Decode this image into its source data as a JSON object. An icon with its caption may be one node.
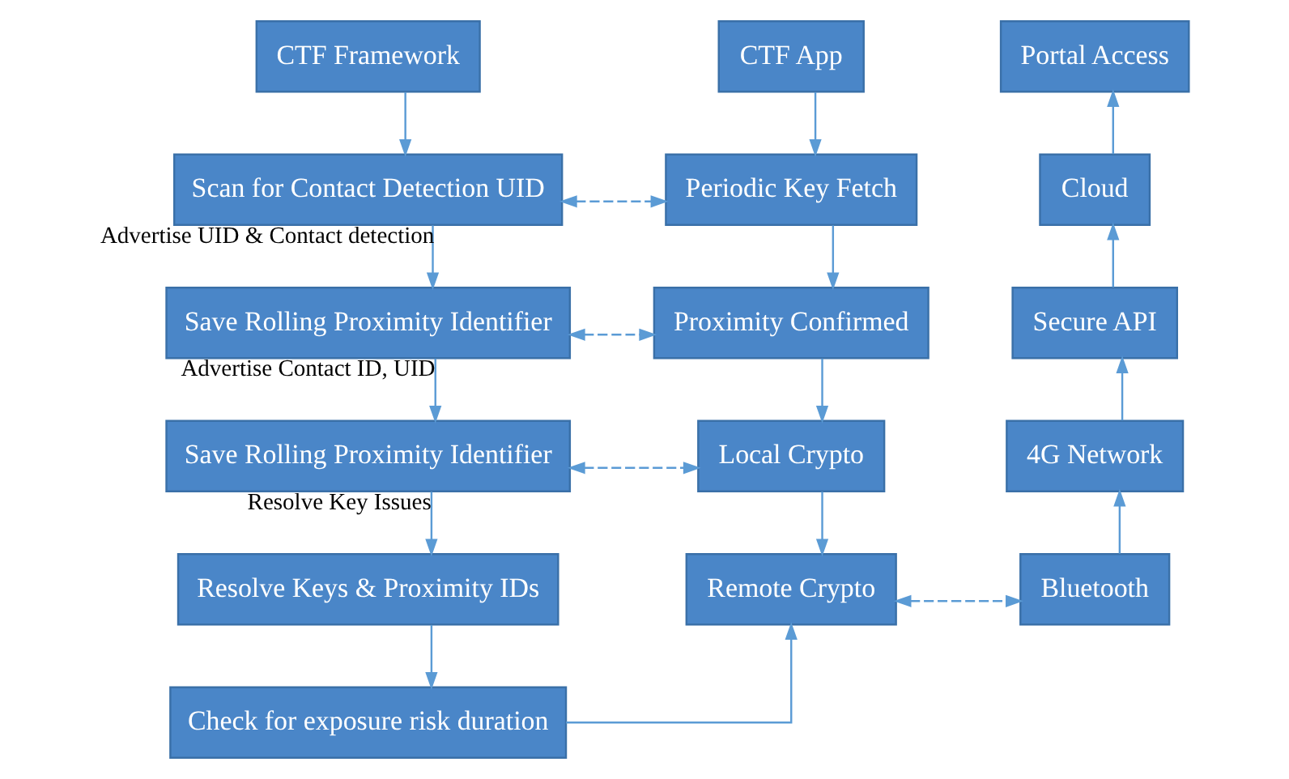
{
  "diagram": {
    "nodes": [
      {
        "text": [
          "CTF Framework"
        ]
      },
      {
        "text": [
          "Scan for Contact Detection UID"
        ]
      },
      {
        "text": [
          "Save Rolling Proximity Identifier"
        ]
      },
      {
        "text": [
          "Save Rolling Proximity Identifier"
        ]
      },
      {
        "text": [
          "Resolve Keys & Proximity IDs"
        ]
      },
      {
        "text": [
          "Check for exposure risk duration"
        ]
      },
      {
        "text": [
          "CTF App"
        ]
      },
      {
        "text": [
          "Periodic Key Fetch"
        ]
      },
      {
        "text": [
          "Proximity Confirmed"
        ]
      },
      {
        "text": [
          "Local Crypto"
        ]
      },
      {
        "text": [
          "Remote Crypto"
        ]
      },
      {
        "text": [
          "Portal Access"
        ]
      },
      {
        "text": [
          "Cloud"
        ]
      },
      {
        "text": [
          "Secure API"
        ]
      },
      {
        "text": [
          "4G Network"
        ]
      },
      {
        "text": [
          "Bluetooth"
        ]
      }
    ],
    "edges": [
      {
        "from": 0,
        "to": 1,
        "arrow": "to"
      },
      {
        "from": 1,
        "to": 2,
        "arrow": "to",
        "label": "Advertise UID & Contact detection"
      },
      {
        "from": 2,
        "to": 3,
        "arrow": "to",
        "label": "Advertise Contact ID, UID"
      },
      {
        "from": 3,
        "to": 4,
        "arrow": "to",
        "label": "Resolve Key Issues"
      },
      {
        "from": 4,
        "to": 5,
        "arrow": "to"
      },
      {
        "from": 5,
        "to": 10,
        "arrow": "to"
      },
      {
        "from": 1,
        "to": 7,
        "arrow": "both",
        "style": "dashed"
      },
      {
        "from": 2,
        "to": 8,
        "arrow": "both",
        "style": "dashed"
      },
      {
        "from": 3,
        "to": 9,
        "arrow": "both",
        "style": "dashed"
      },
      {
        "from": 6,
        "to": 7,
        "arrow": "to"
      },
      {
        "from": 7,
        "to": 8,
        "arrow": "to"
      },
      {
        "from": 8,
        "to": 9,
        "arrow": "to"
      },
      {
        "from": 9,
        "to": 10,
        "arrow": "to"
      },
      {
        "from": 10,
        "to": 15,
        "arrow": "both",
        "style": "dashed"
      },
      {
        "from": 15,
        "to": 14,
        "arrow": "to"
      },
      {
        "from": 14,
        "to": 13,
        "arrow": "to"
      },
      {
        "from": 13,
        "to": 12,
        "arrow": "to"
      },
      {
        "from": 12,
        "to": 11,
        "arrow": "to"
      }
    ]
  }
}
